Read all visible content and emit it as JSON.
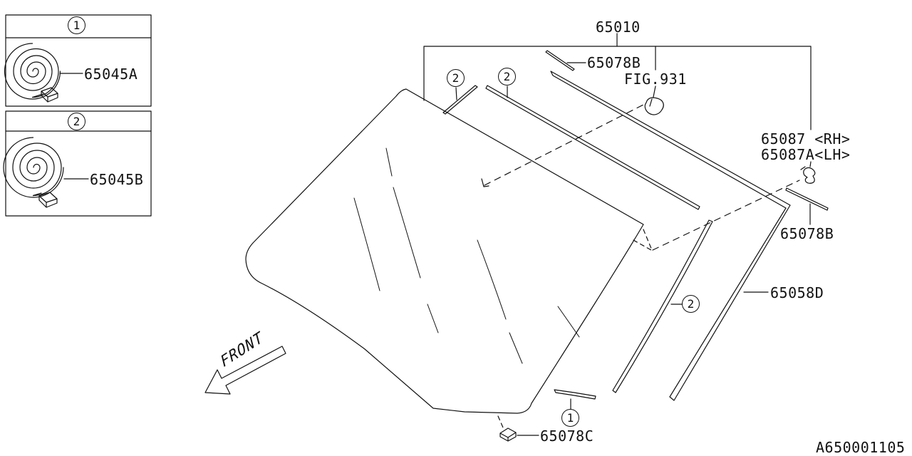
{
  "legend": {
    "items": [
      {
        "marker": "1",
        "part": "65045A"
      },
      {
        "marker": "2",
        "part": "65045B"
      }
    ]
  },
  "diagram": {
    "assembly_label": "65010",
    "labels": {
      "top_strip": "65078B",
      "fig_ref": "FIG.931",
      "clip_rh": "65087 <RH>",
      "clip_lh": "65087A<LH>",
      "right_strip": "65078B",
      "side_molding": "65058D",
      "bottom_clip": "65078C"
    },
    "markers": {
      "one": "1",
      "two": "2"
    },
    "front_label": "FRONT",
    "drawing_number": "A650001105"
  },
  "colors": {
    "line": "#111111",
    "background": "#ffffff"
  }
}
